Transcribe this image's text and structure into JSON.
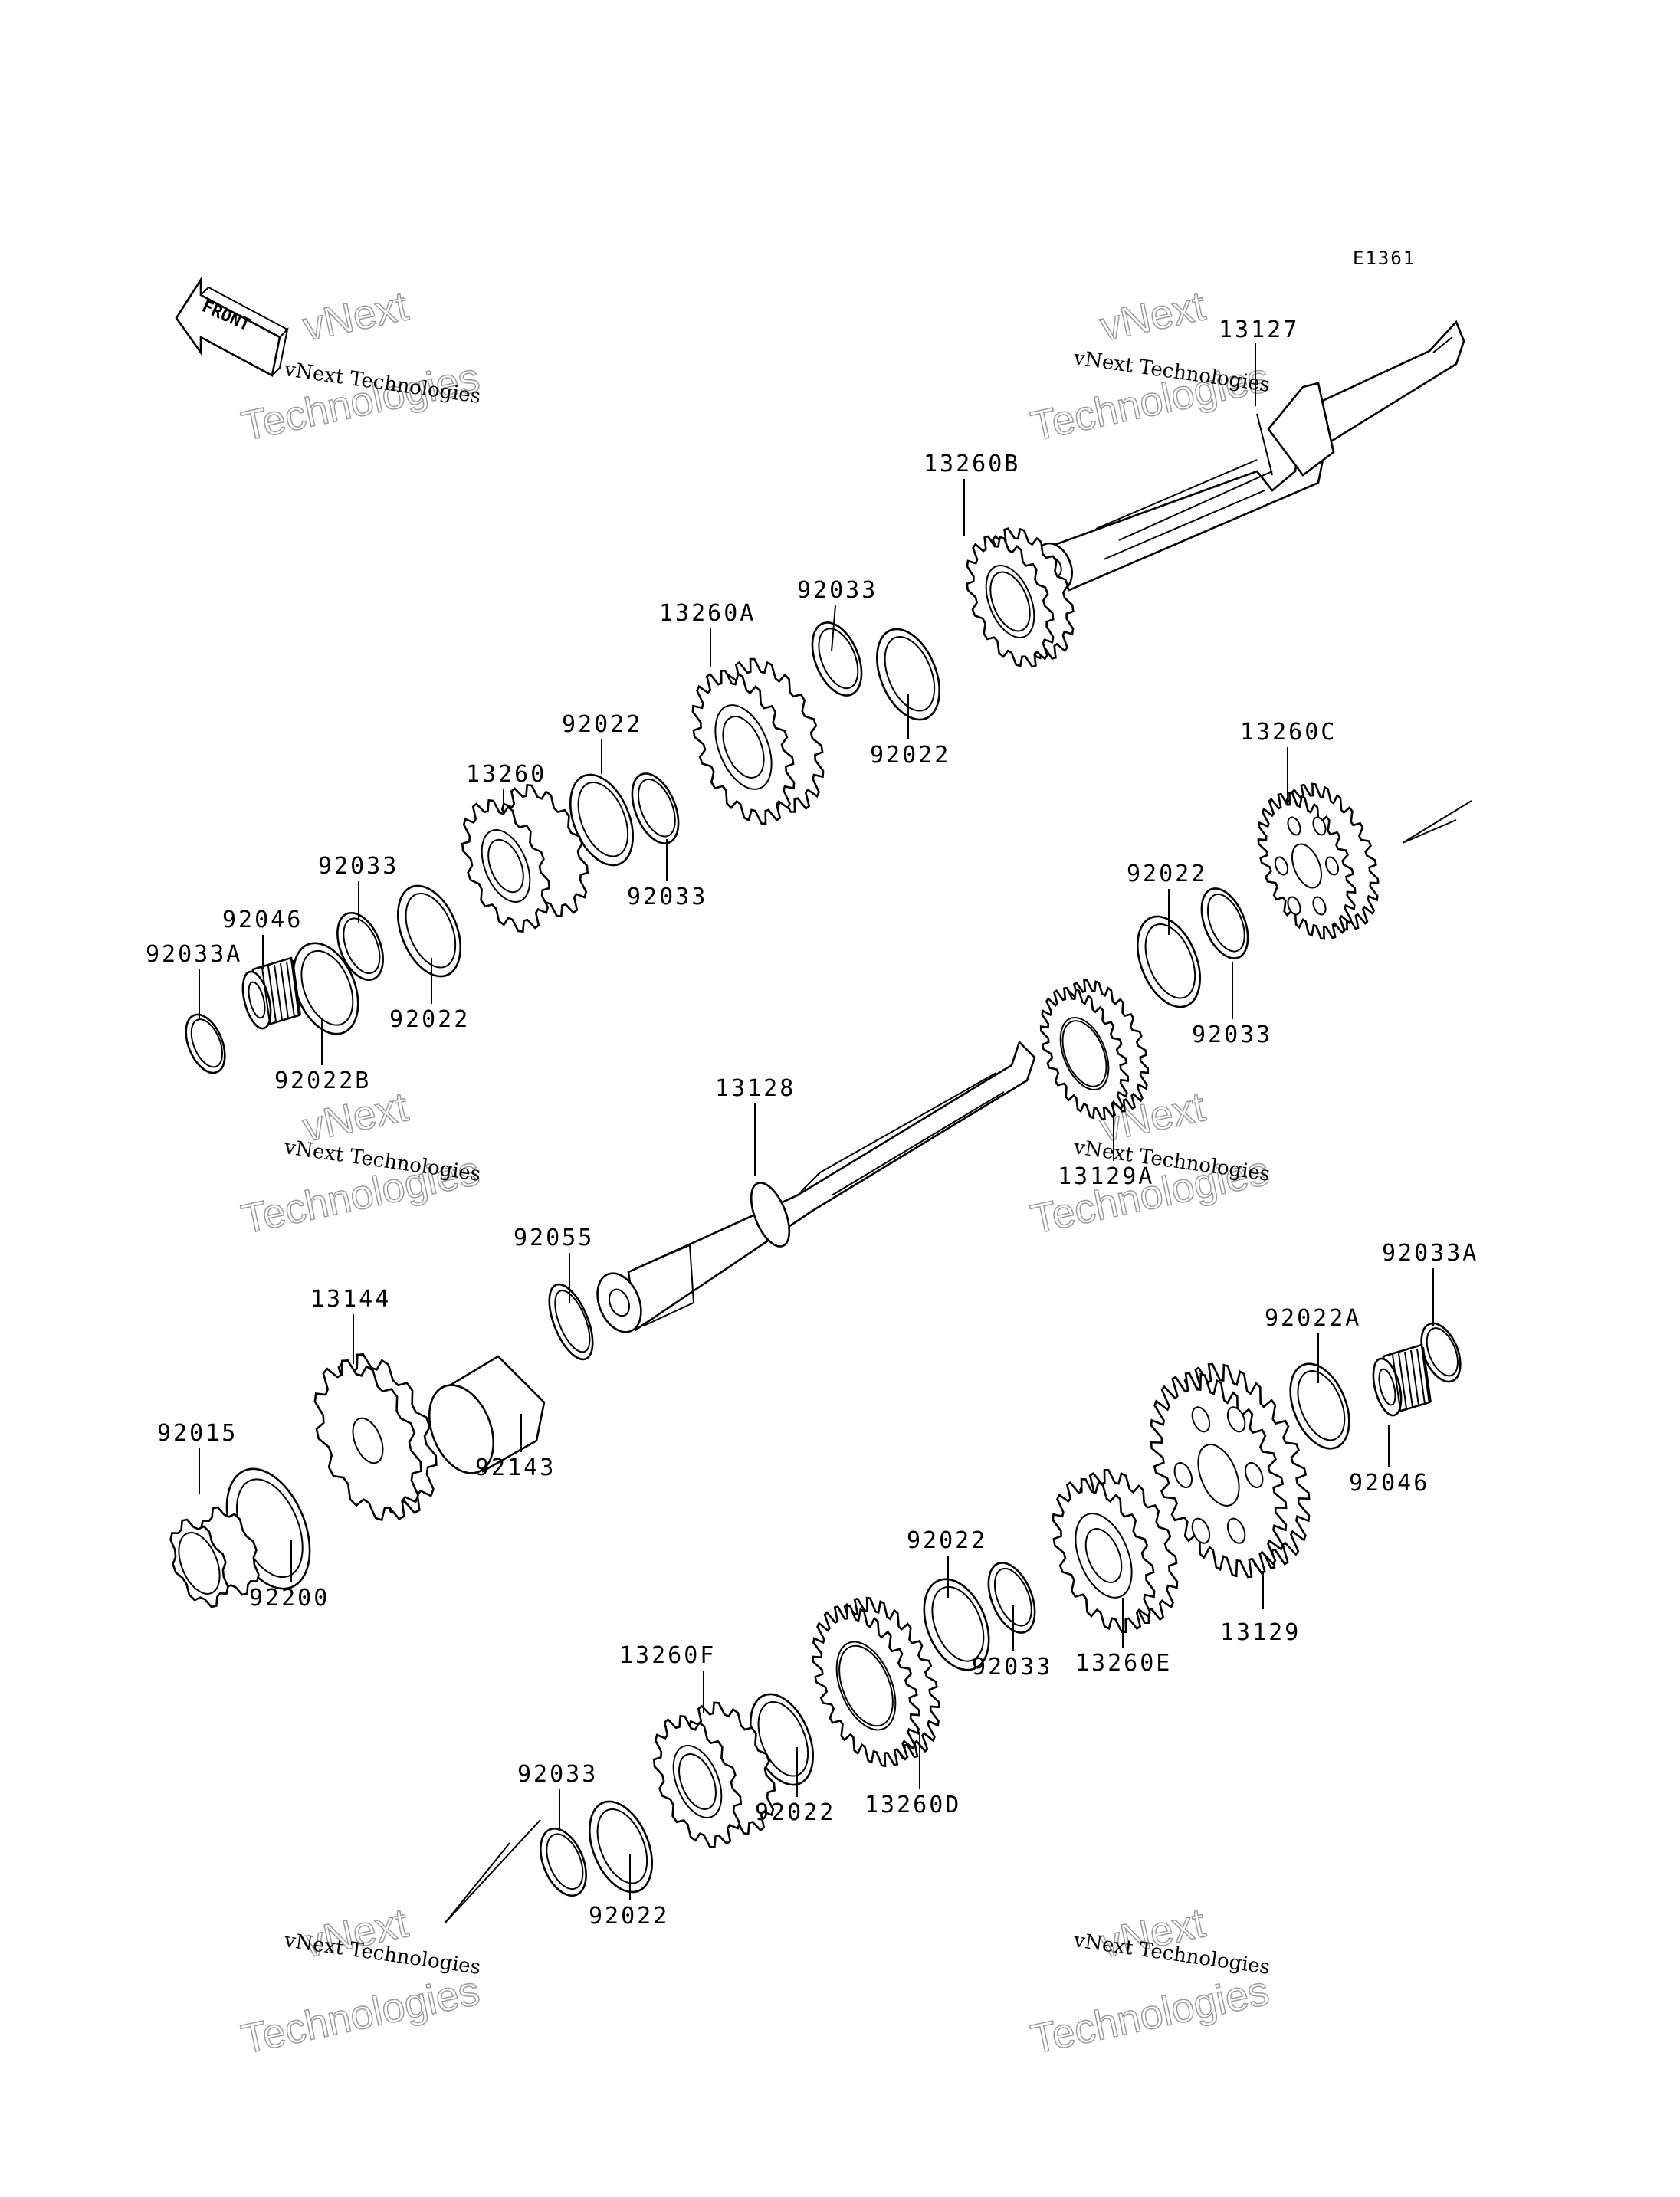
{
  "diagram_code": "E1361",
  "front_arrow_label": "FRONT",
  "watermark": {
    "line1": "vNext Technologies",
    "line2a": "vNext",
    "line2b": "Technologies"
  },
  "labels": {
    "p13127": "13127",
    "p13260B": "13260B",
    "p92033_a": "92033",
    "p92022_a": "92022",
    "p13260A": "13260A",
    "p13260": "13260",
    "p92022_b": "92022",
    "p92033_b": "92033",
    "p92033_c": "92033",
    "p92046_a": "92046",
    "p92033A_a": "92033A",
    "p92022_c": "92022",
    "p92022B": "92022B",
    "p13260C": "13260C",
    "p92022_d": "92022",
    "p92033_d": "92033",
    "p13128": "13128",
    "p13129A": "13129A",
    "p92055": "92055",
    "p13144": "13144",
    "p92143": "92143",
    "p92015": "92015",
    "p92200": "92200",
    "p92033A_b": "92033A",
    "p92022A": "92022A",
    "p92046_b": "92046",
    "p13129": "13129",
    "p92022_e": "92022",
    "p92033_e": "92033",
    "p13260E": "13260E",
    "p13260F": "13260F",
    "p92022_f": "92022",
    "p13260D": "13260D",
    "p92033_f": "92033",
    "p92022_g": "92022"
  }
}
